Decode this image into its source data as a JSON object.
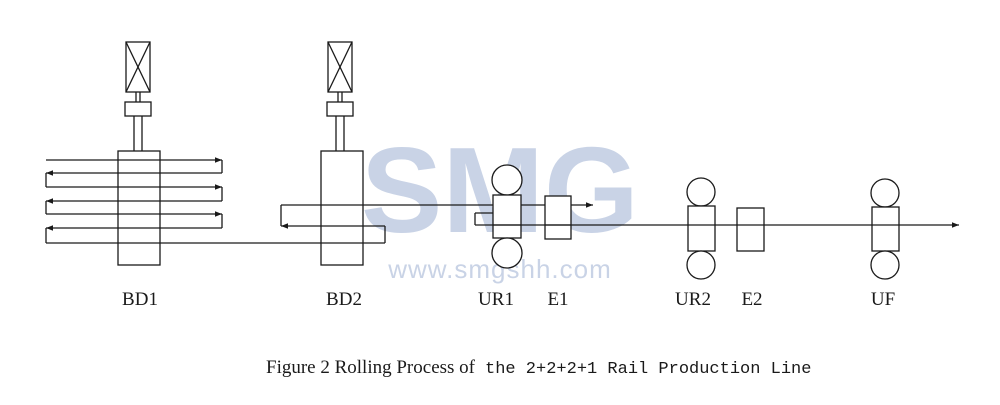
{
  "watermark": {
    "brand": "SMG",
    "url": "www.smgshh.com"
  },
  "stands": [
    {
      "id": "bd1",
      "label": "BD1"
    },
    {
      "id": "bd2",
      "label": "BD2"
    },
    {
      "id": "ur1",
      "label": "UR1"
    },
    {
      "id": "e1",
      "label": "E1"
    },
    {
      "id": "ur2",
      "label": "UR2"
    },
    {
      "id": "e2",
      "label": "E2"
    },
    {
      "id": "uf",
      "label": "UF"
    }
  ],
  "caption": {
    "serif_part": "Figure 2 Rolling Process of",
    "mono_part": "the 2+2+2+1 Rail Production Line"
  }
}
